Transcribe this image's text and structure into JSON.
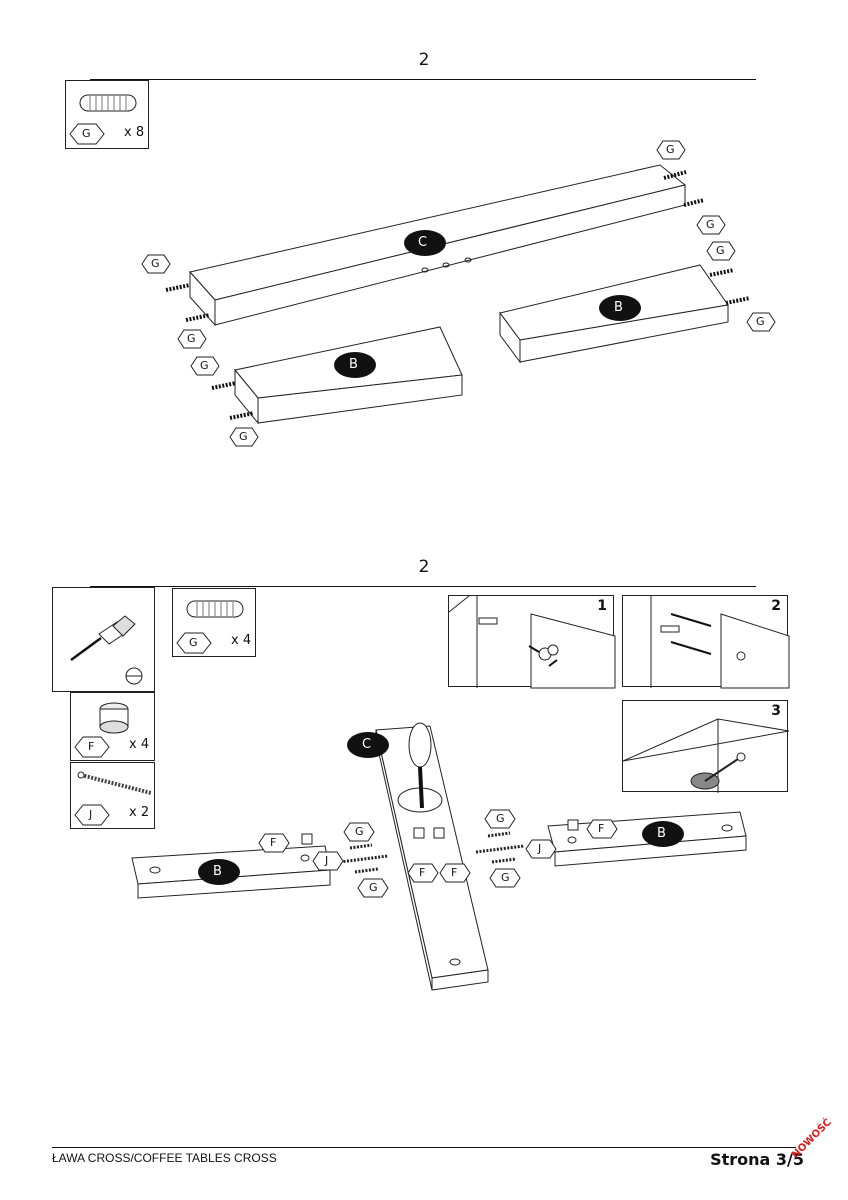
{
  "step1": {
    "number": "2",
    "part_box": {
      "label": "G",
      "qty": "x 8"
    }
  },
  "step1_labels": {
    "long_panel": "C",
    "short_panel_left": "B",
    "short_panel_right": "B",
    "dowel": "G"
  },
  "step2": {
    "number": "2",
    "parts": [
      {
        "label": "G",
        "qty": "x 4"
      },
      {
        "label": "F",
        "qty": "x 4"
      },
      {
        "label": "J",
        "qty": "x 2"
      }
    ],
    "detail_numbers": [
      "1",
      "2",
      "3"
    ],
    "assembly_labels": {
      "center": "C",
      "left": "B",
      "right": "B",
      "cam": "F",
      "bolt": "J",
      "dowel": "G"
    }
  },
  "footer": {
    "title": "ŁAWA CROSS/COFFEE TABLES CROSS",
    "page": "Strona 3/5",
    "badge": "NOWOŚĆ"
  }
}
